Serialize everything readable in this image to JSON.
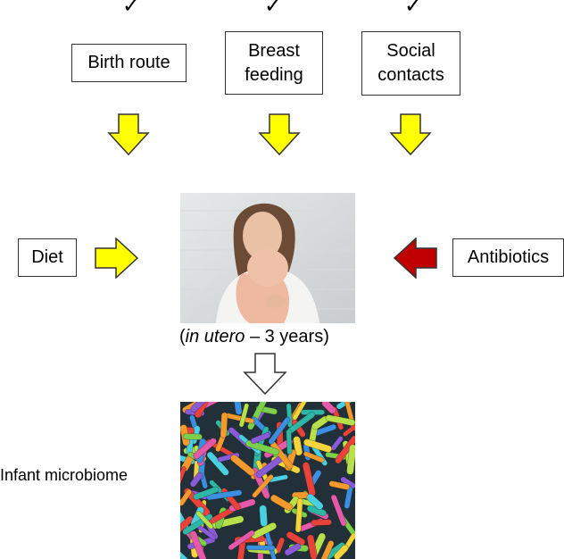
{
  "check_mark": "✓",
  "factors_top": [
    {
      "label": "Birth route"
    },
    {
      "label_line1": "Breast",
      "label_line2": "feeding"
    },
    {
      "label_line1": "Social",
      "label_line2": "contacts"
    }
  ],
  "factors_side": {
    "left": "Diet",
    "right": "Antibiotics"
  },
  "caption": {
    "italic": "in utero",
    "rest": " – 3 years)",
    "open": "("
  },
  "outcome_label": "Infant microbiome",
  "colors": {
    "positive_arrow": "#ffff00",
    "negative_arrow": "#c00000",
    "neutral_arrow": "#ffffff",
    "arrow_stroke": "#333333"
  },
  "icons": {
    "positive": "yellow-down-arrow-icon",
    "negative": "red-left-arrow-icon",
    "neutral": "white-down-arrow-icon"
  }
}
